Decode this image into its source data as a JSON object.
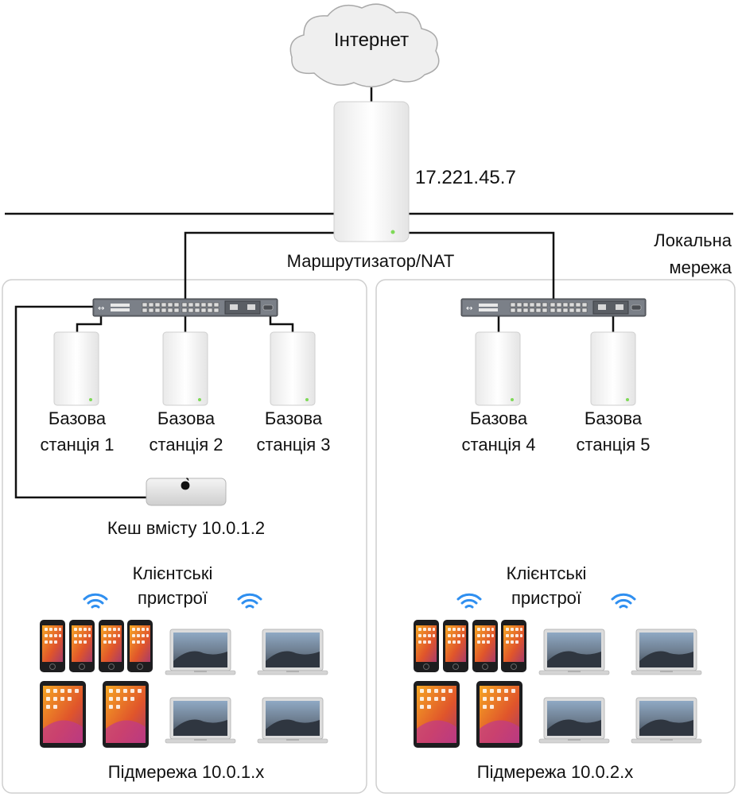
{
  "internet_label": "Інтернет",
  "router": {
    "ip": "17.221.45.7",
    "label": "Маршрутизатор/NAT"
  },
  "lan_label": {
    "line1": "Локальна",
    "line2": "мережа"
  },
  "left_subnet": {
    "stations": [
      {
        "line1": "Базова",
        "line2": "станція 1"
      },
      {
        "line1": "Базова",
        "line2": "станція 2"
      },
      {
        "line1": "Базова",
        "line2": "станція 3"
      }
    ],
    "cache_label": "Кеш вмісту 10.0.1.2",
    "clients": {
      "line1": "Клієнтські",
      "line2": "пристрої"
    },
    "subnet_label": "Підмережа 10.0.1.x"
  },
  "right_subnet": {
    "stations": [
      {
        "line1": "Базова",
        "line2": "станція 4"
      },
      {
        "line1": "Базова",
        "line2": "станція 5"
      }
    ],
    "clients": {
      "line1": "Клієнтські",
      "line2": "пристрої"
    },
    "subnet_label": "Підмережа 10.0.2.x"
  },
  "colors": {
    "wifi": "#2f8ff0",
    "status_led": "#7ed957",
    "line": "#111111",
    "panel_border": "#cfcfcf"
  }
}
